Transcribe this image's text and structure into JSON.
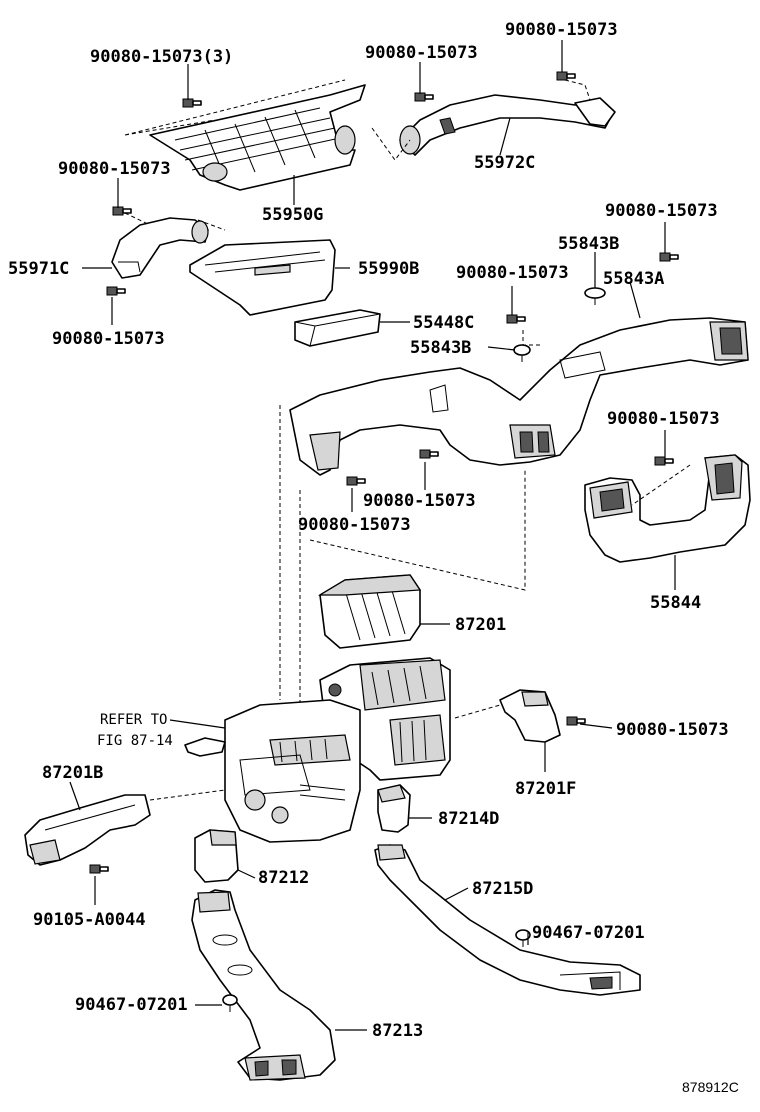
{
  "diagram": {
    "reference_id": "878912C",
    "labels": {
      "bolt_top_left": "90080-15073(3)",
      "bolt_top_mid": "90080-15073",
      "bolt_top_right": "90080-15073",
      "duct_55972c": "55972C",
      "bolt_left_upper": "90080-15073",
      "cover_55950g": "55950G",
      "bolt_right_upper": "90080-15073",
      "clip_55843b_upper": "55843B",
      "duct_55971c": "55971C",
      "panel_55990b": "55990B",
      "bolt_mid_center": "90080-15073",
      "duct_55843a": "55843A",
      "bolt_left_lower": "90080-15073",
      "filter_55448c": "55448C",
      "clip_55843b_lower": "55843B",
      "bolt_right_mid": "90080-15073",
      "bolt_center_lower_1": "90080-15073",
      "bolt_center_lower_2": "90080-15073",
      "duct_55844": "55844",
      "case_87201": "87201",
      "refer_line1": "REFER TO",
      "refer_line2": "FIG 87-14",
      "bolt_87201f": "90080-15073",
      "duct_87201b": "87201B",
      "duct_87201f": "87201F",
      "part_87214d": "87214D",
      "part_87212": "87212",
      "duct_87215d": "87215D",
      "screw_90105": "90105-A0044",
      "clip_90467_right": "90467-07201",
      "clip_90467_left": "90467-07201",
      "duct_87213": "87213"
    }
  }
}
